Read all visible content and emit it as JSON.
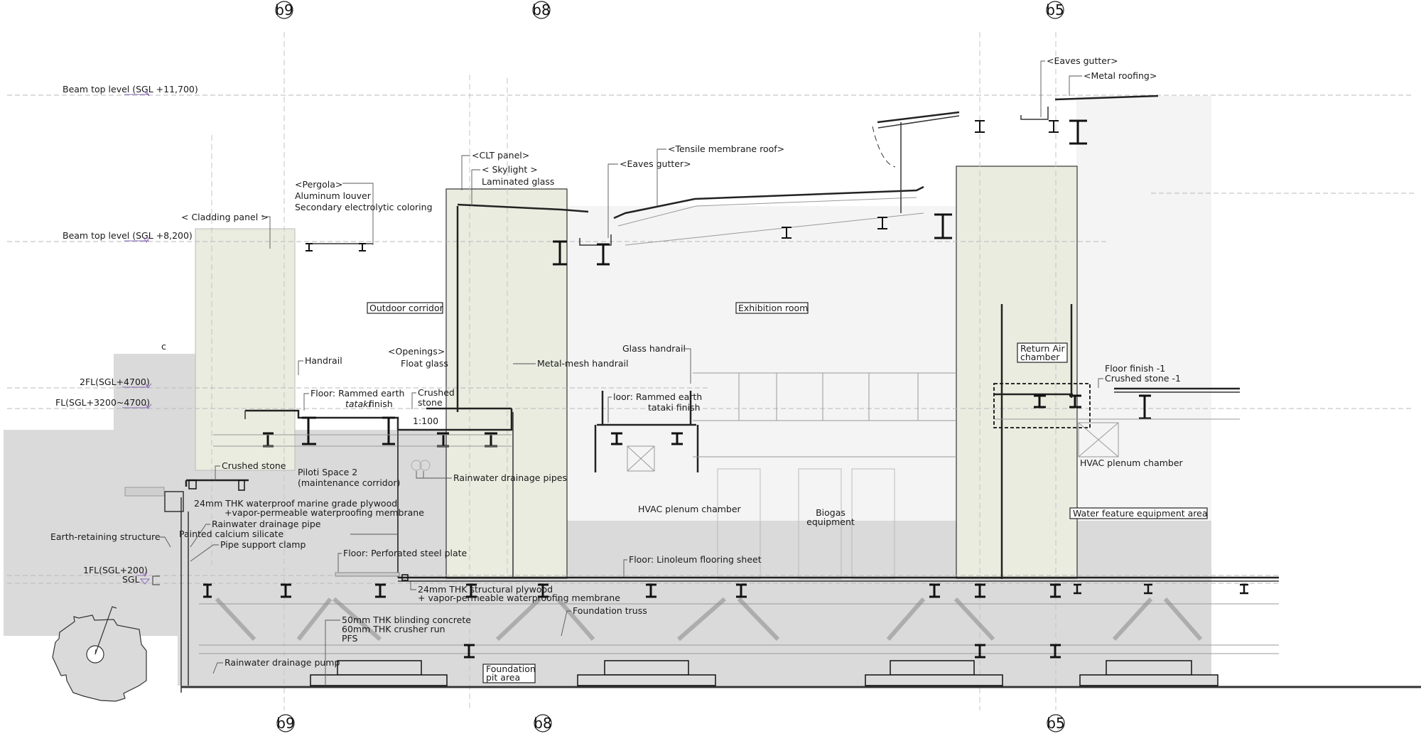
{
  "drawing": {
    "type": "architectural section",
    "scale": "1:100",
    "colors": {
      "background": "#ffffff",
      "ground_fill": "#dadada",
      "interior_fill": "#f4f4f4",
      "wall_fill": "#e9ecdf",
      "line": "#222222",
      "level_marker": "#8a6bb8"
    }
  },
  "grid_lines": {
    "top": [
      "b9",
      "b8",
      "b5"
    ],
    "bottom": [
      "b9",
      "b8",
      "b5"
    ]
  },
  "levels": [
    {
      "label": "Beam top level (SGL +11,700)"
    },
    {
      "label": "Beam top level (SGL +8,200)"
    },
    {
      "label": "2FL(SGL+4700)"
    },
    {
      "label": "FL(SGL+3200~4700)"
    },
    {
      "label": "1FL(SGL+200)"
    },
    {
      "label": "SGL"
    }
  ],
  "rooms": {
    "outdoor_corridor": "Outdoor corridor",
    "exhibition_room": "Exhibition room",
    "return_air": [
      "Return Air",
      "chamber"
    ],
    "water_feature": "Water feature equipment area",
    "foundation_pit": [
      "Foundation",
      "pit area"
    ]
  },
  "labels": {
    "cladding_panel": "< Cladding panel >",
    "pergola": [
      "<Pergola>",
      "Aluminum louver",
      "Secondary electrolytic coloring"
    ],
    "clt_panel": "<CLT panel>",
    "skylight": [
      "< Skylight >",
      "Laminated glass"
    ],
    "eaves_gutter_1": "<Eaves gutter>",
    "tensile_roof": "<Tensile membrane roof>",
    "eaves_gutter_2": "<Eaves gutter>",
    "metal_roofing": "<Metal roofing>",
    "c_mark": "c",
    "handrail": "Handrail",
    "openings": [
      "<Openings>",
      "Float glass"
    ],
    "metal_mesh_handrail": "Metal-mesh handrail",
    "glass_handrail": "Glass handrail",
    "floor_rammed_1": [
      "Floor: Rammed earth",
      "tataki",
      " finish"
    ],
    "crushed_stone_1": [
      "Crushed",
      "stone"
    ],
    "scale": "1:100",
    "floor_rammed_2": [
      "loor: Rammed earth",
      "tataki finish"
    ],
    "floor_finish": [
      "Floor finish -1",
      "Crushed stone -1"
    ],
    "crushed_stone_2": "Crushed stone",
    "piloti": [
      "Piloti Space 2",
      "(maintenance corridor)"
    ],
    "rainwater_pipes": "Rainwater drainage pipes",
    "plywood_marine": [
      "24mm THK waterproof marine grade plywood",
      "+vapor-permeable waterproofing membrane"
    ],
    "rainwater_pipe": "Rainwater drainage pipe",
    "painted_calcium": "Painted calcium silicate",
    "earth_retaining": "Earth-retaining structure",
    "pipe_clamp": "Pipe support clamp",
    "perforated_plate": "Floor: Perforated steel plate",
    "hvac_1": "HVAC plenum chamber",
    "biogas": [
      "Biogas",
      "equipment"
    ],
    "hvac_2": "HVAC plenum chamber",
    "linoleum": "Floor: Linoleum flooring sheet",
    "structural_plywood": [
      "24mm THK structural plywood",
      "+ vapor-permeable waterproofing membrane"
    ],
    "foundation_truss": "Foundation truss",
    "blinding": [
      "50mm THK blinding concrete",
      "60mm THK crusher run",
      "PFS"
    ],
    "drainage_pump": "Rainwater drainage pump"
  }
}
